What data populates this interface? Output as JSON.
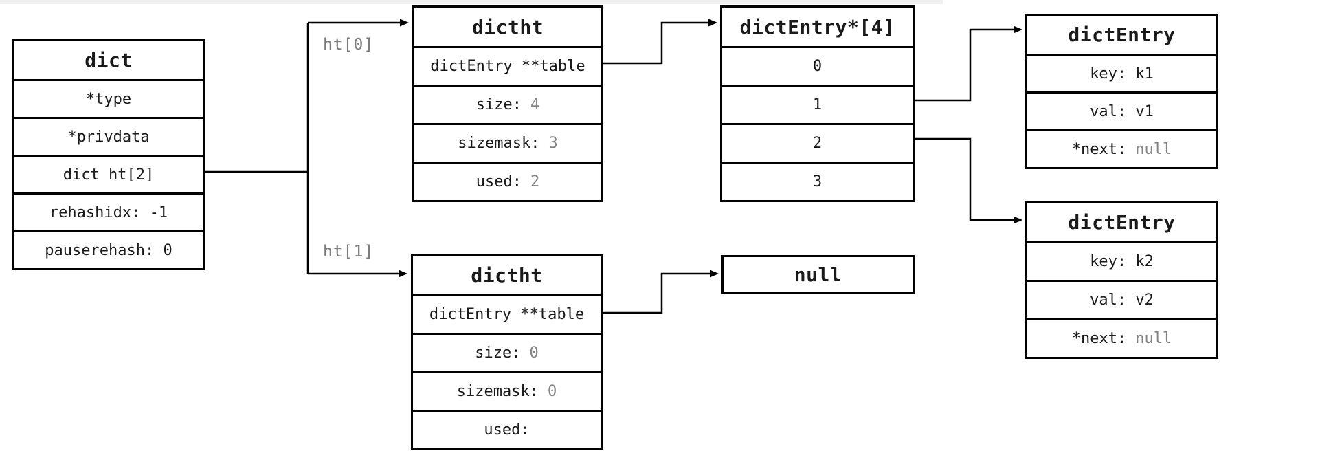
{
  "page": {
    "background": "#ffffff",
    "top_strip_color": "#f0f0f0",
    "line_color": "#000000",
    "muted_value_color": "#848484",
    "pointer_label_color": "#7d7d7d"
  },
  "pointer_labels": {
    "ht0": "ht[0]",
    "ht1": "ht[1]"
  },
  "boxes": {
    "dict": {
      "title": "dict",
      "rows": [
        {
          "text": "*type"
        },
        {
          "text": "*privdata"
        },
        {
          "text": "dict ht[2]"
        },
        {
          "text": "rehashidx: -1"
        },
        {
          "text": "pauserehash: 0"
        }
      ]
    },
    "dictht0": {
      "title": "dictht",
      "rows": [
        {
          "text": "dictEntry **table"
        },
        {
          "text": "size:",
          "value": "4"
        },
        {
          "text": "sizemask:",
          "value": "3"
        },
        {
          "text": "used:",
          "value": "2"
        }
      ]
    },
    "bucket_array": {
      "title": "dictEntry*[4]",
      "rows": [
        {
          "text": "0"
        },
        {
          "text": "1"
        },
        {
          "text": "2"
        },
        {
          "text": "3"
        }
      ]
    },
    "dictht1": {
      "title": "dictht",
      "rows": [
        {
          "text": "dictEntry **table"
        },
        {
          "text": "size:",
          "value": "0"
        },
        {
          "text": "sizemask:",
          "value": "0"
        },
        {
          "text": "used:"
        }
      ]
    },
    "null_box": {
      "title": "null"
    },
    "entry1": {
      "title": "dictEntry",
      "rows": [
        {
          "text": "key: k1"
        },
        {
          "text": "val: v1"
        },
        {
          "text": "*next:",
          "value": "null"
        }
      ]
    },
    "entry2": {
      "title": "dictEntry",
      "rows": [
        {
          "text": "key: k2"
        },
        {
          "text": "val: v2"
        },
        {
          "text": "*next:",
          "value": "null"
        }
      ]
    }
  }
}
